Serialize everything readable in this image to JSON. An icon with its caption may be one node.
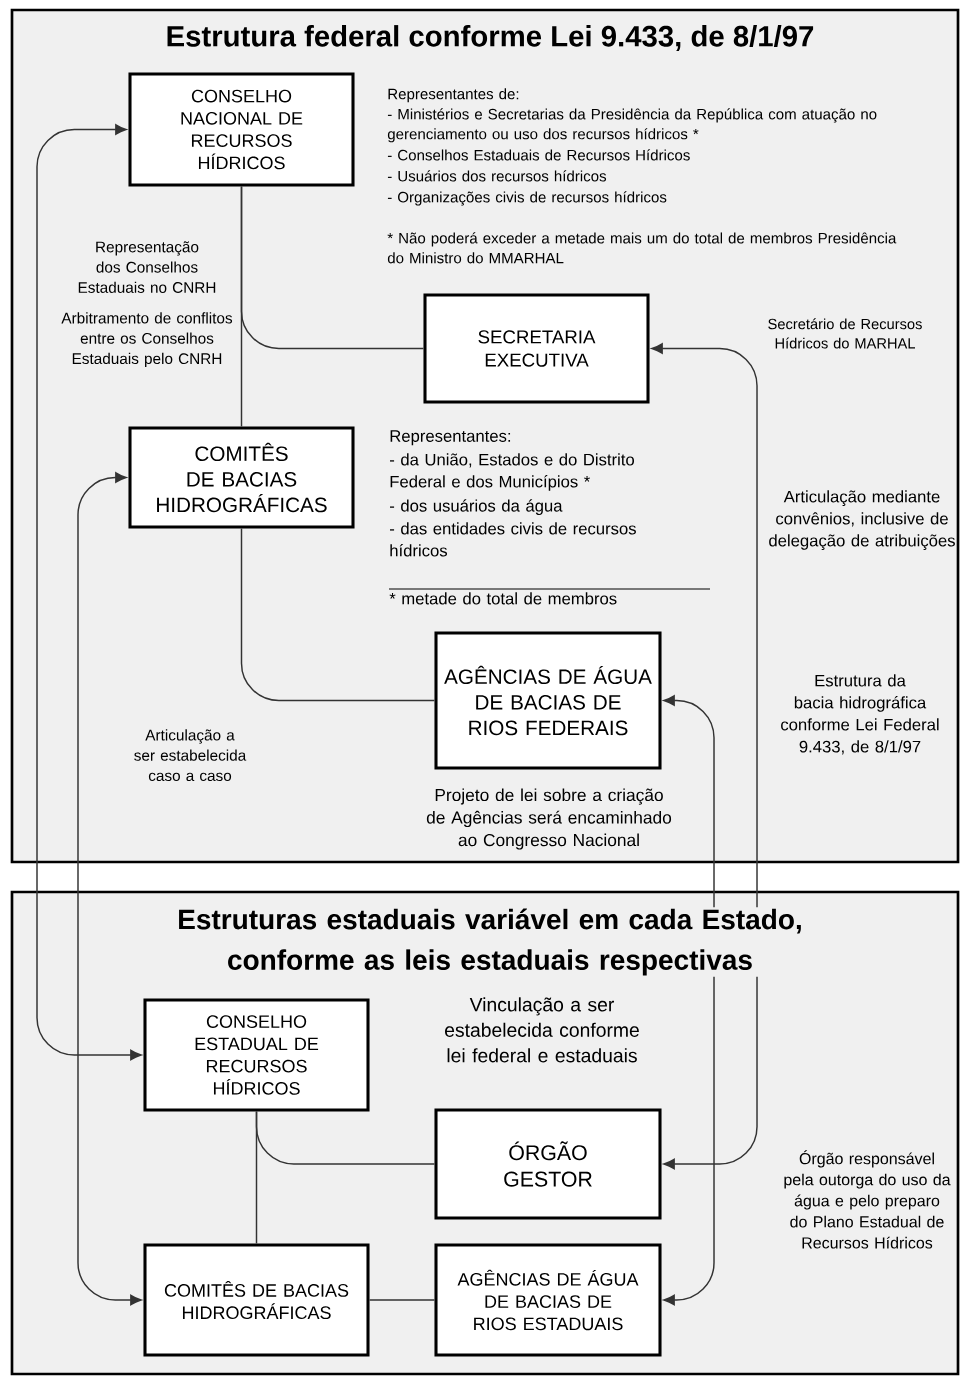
{
  "diagram": {
    "title": "Estrutura federal conforme Lei 9.433, de 8/1/97",
    "nodes": [
      {
        "text": [],
        "shape": "box"
      },
      {
        "text": [
          "CONSELHO NACIONAL DE RECURSOS HÍDRICOS"
        ],
        "in": 0
      },
      {
        "text": [
          "SECRETARIA EXECUTIVA"
        ],
        "in": 0
      },
      {
        "text": [
          "COMITÊS DE BACIAS HIDROGRÁFICAS"
        ],
        "in": 0
      },
      {
        "text": [
          "AGÊNCIAS DE ÁGUA DE BACIAS DE RIOS FEDERAIS"
        ],
        "in": 0,
        "beside": [
          "Projeto de lei sobre a criação de Agências será encaminhado ao Congresso Nacional"
        ]
      },
      {
        "text": [],
        "shape": "box"
      },
      {
        "text": [
          "CONSELHO ESTADUAL DE RECURSOS HÍDRICOS"
        ],
        "in": 5
      },
      {
        "text": [
          "ÓRGÃO GESTOR"
        ],
        "in": 5
      },
      {
        "text": [
          "COMITÊS DE BACIAS HIDROGRÁFICAS"
        ],
        "in": 5
      },
      {
        "text": [
          "AGÊNCIAS DE ÁGUA DE BACIAS DE RIOS ESTADUAIS"
        ],
        "in": 5
      }
    ],
    "edges": [
      {
        "from": 1,
        "to": 2,
        "arrow": "none"
      },
      {
        "from": 1,
        "to": 3,
        "arrow": "none"
      },
      {
        "from": 3,
        "to": 4,
        "arrow": "none"
      },
      {
        "from": 1,
        "to": 6,
        "arrow": "both"
      },
      {
        "from": 3,
        "to": 8,
        "arrow": "both"
      },
      {
        "from": 2,
        "to": 7,
        "arrow": "both"
      },
      {
        "from": 4,
        "to": 9,
        "arrow": "both"
      },
      {
        "from": 6,
        "to": 7,
        "arrow": "none"
      },
      {
        "from": 6,
        "to": 8,
        "arrow": "none"
      },
      {
        "from": 8,
        "to": 9,
        "arrow": "none"
      }
    ],
    "labels": [
      "Estruturas estaduais variável em cada Estado, conforme as leis estaduais respectivas",
      "Representantes de:",
      "- Ministérios e Secretarias da Presidência da República com atuação no gerenciamento ou uso dos recursos hídricos *",
      "- Conselhos Estaduais de Recursos Hídricos",
      "- Usuários dos recursos hídricos",
      "- Organizações civis de recursos hídricos",
      "* Não poderá exceder a metade mais um do total de membros Presidência do Ministro do MMARHAL",
      "Representação dos Conselhos Estaduais no CNRH",
      "Arbitramento de conflitos entre os Conselhos Estaduais pelo CNRH",
      "Representantes:",
      "- da União, Estados e do Distrito Federal e dos Municípios *",
      "- dos usuários da água",
      "- das entidades civis de recursos hídricos",
      "* metade do total de membros",
      "Articulação mediante convênios, inclusive de delegação de atribuições",
      "Estrutura da bacia hidrográfica conforme Lei Federal 9.433, de 8/1/97",
      "Articulação a ser estabelecida caso a caso",
      "Vinculação a ser estabelecida conforme lei federal e estaduais",
      "Secretário de Recursos Hídricos do MARHAL",
      "Órgão responsável pela outorga do uso da água e pelo preparo do Plano Estadual de Recursos Hídricos"
    ]
  }
}
